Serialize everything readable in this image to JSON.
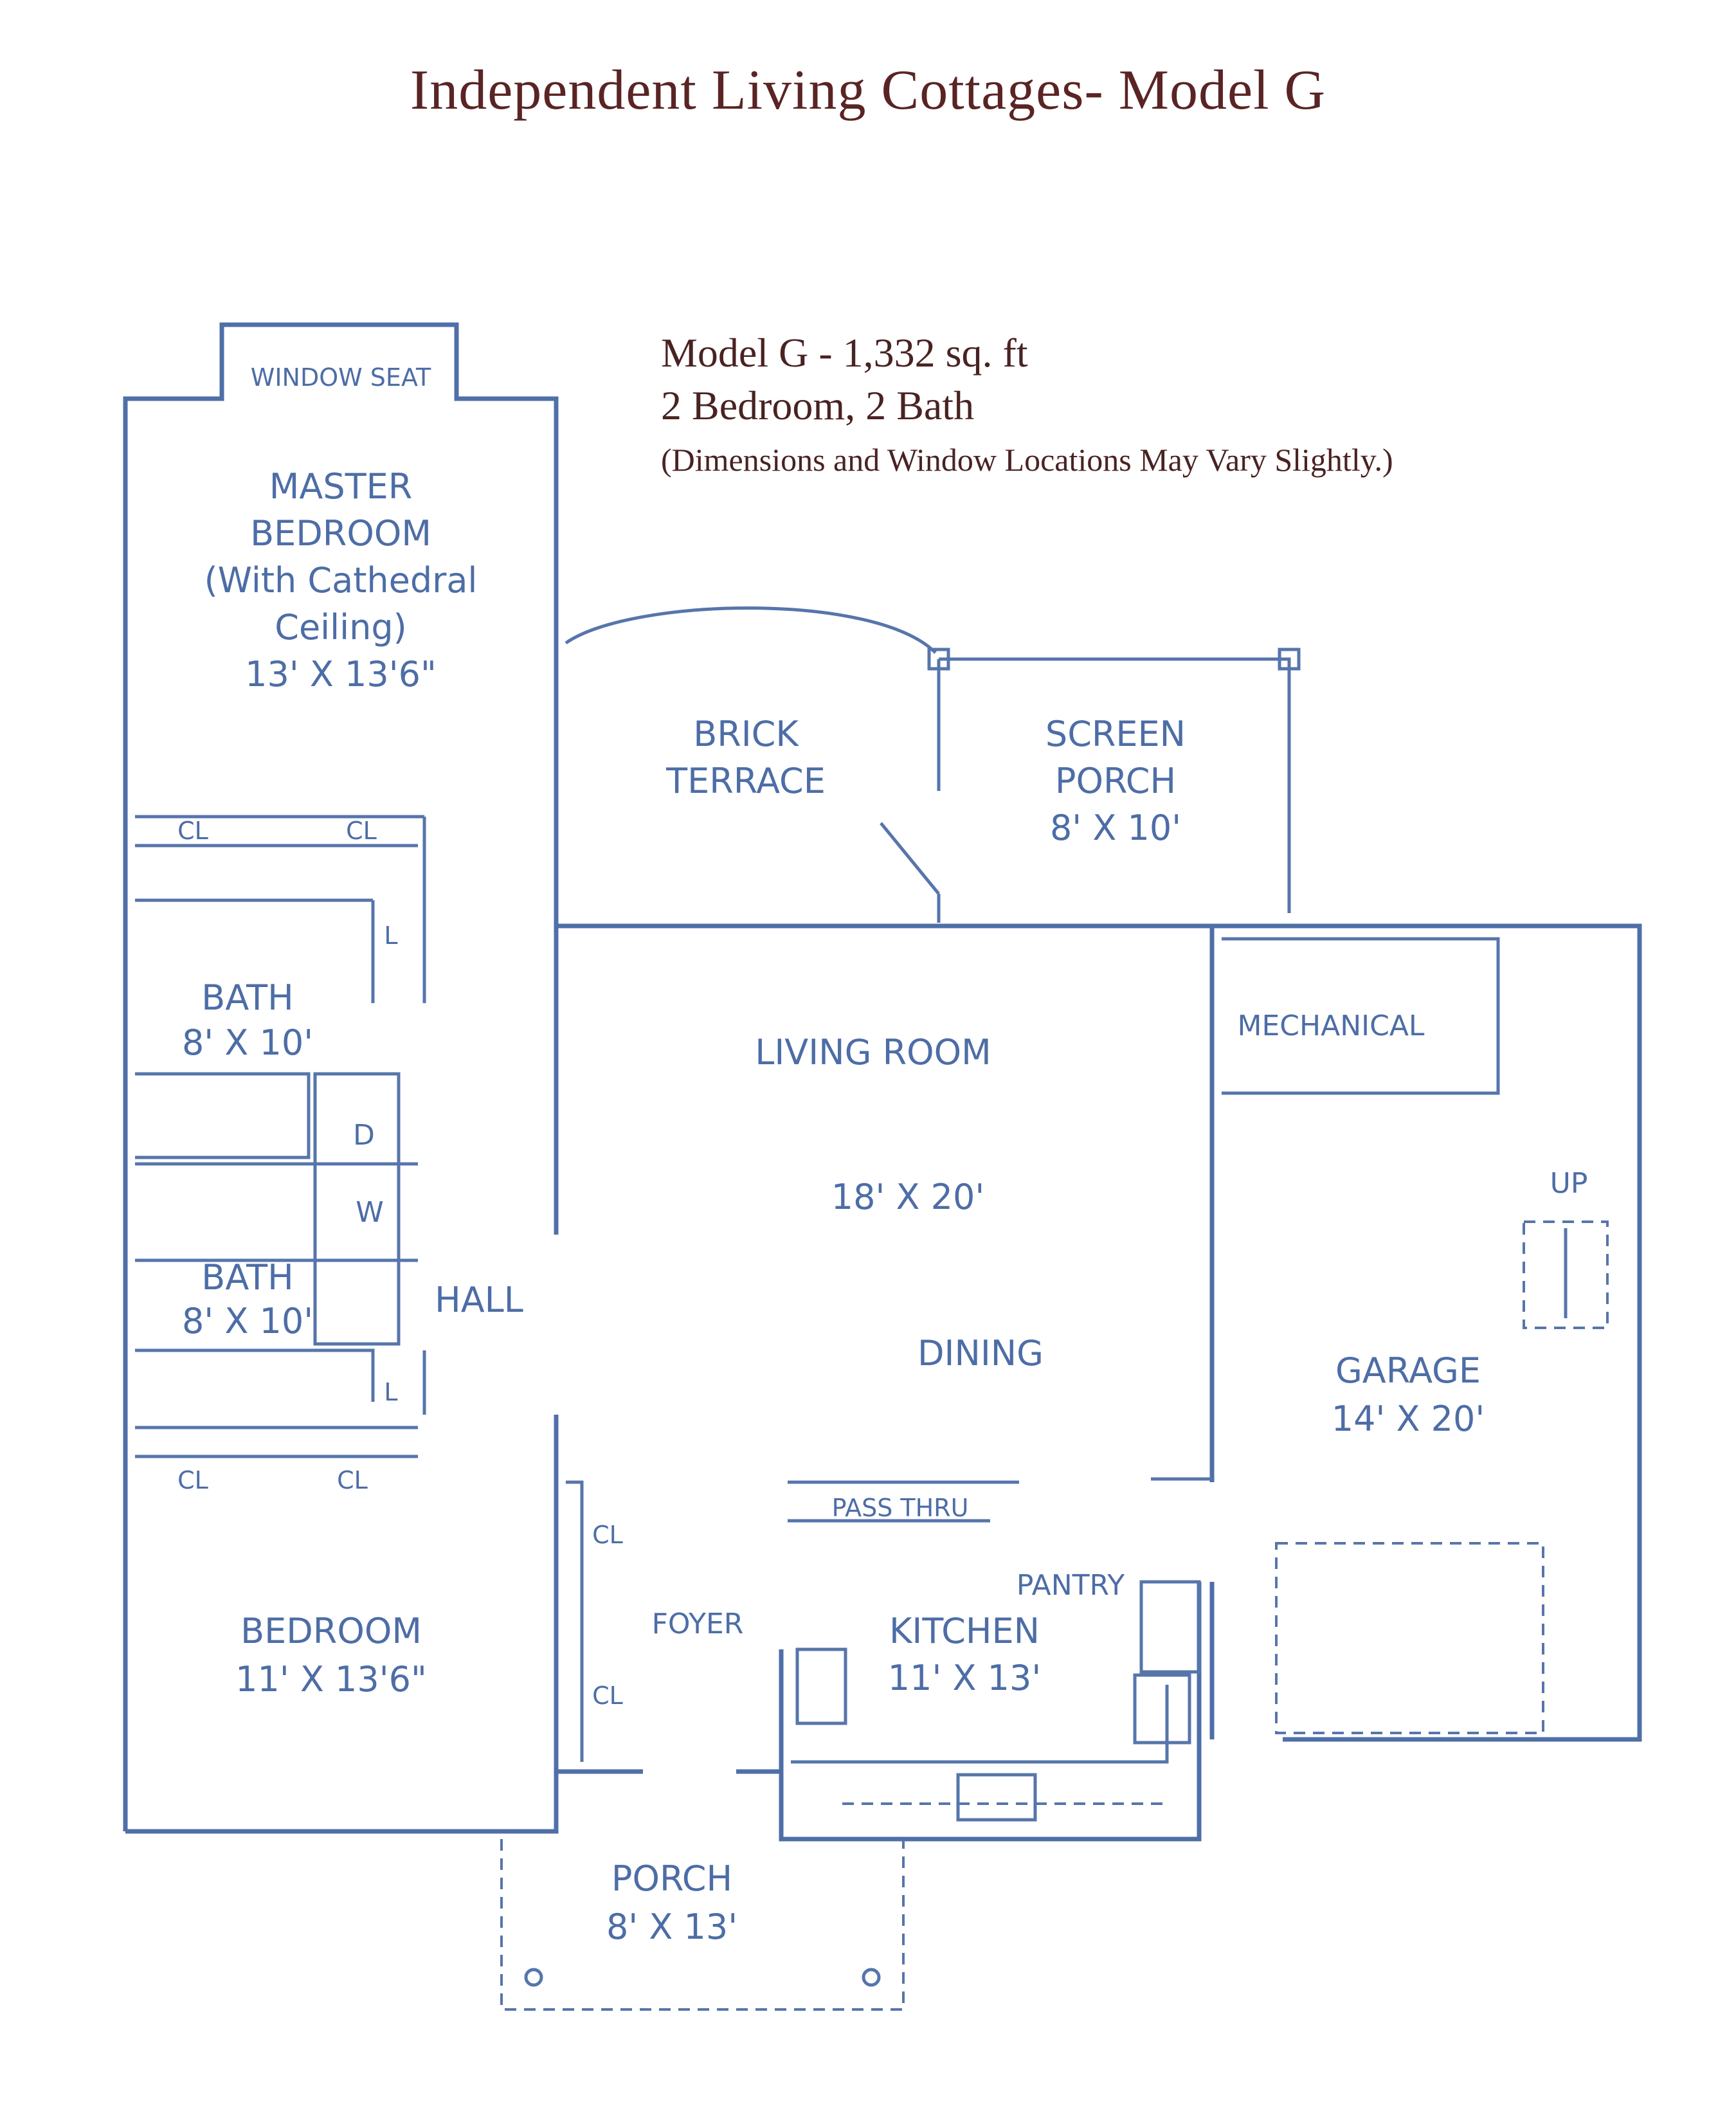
{
  "title": "Independent Living Cottages- Model G",
  "info": {
    "line1": "Model G - 1,332 sq. ft",
    "line2": "2 Bedroom, 2 Bath",
    "line3": "(Dimensions and Window Locations May Vary Slightly.)"
  },
  "rooms": {
    "window_seat": "WINDOW SEAT",
    "master": [
      "MASTER",
      "BEDROOM",
      "(With Cathedral",
      "Ceiling)",
      "13' X 13'6\""
    ],
    "brick_terrace": [
      "BRICK",
      "TERRACE"
    ],
    "screen_porch": [
      "SCREEN",
      "PORCH",
      "8' X 10'"
    ],
    "closet": "CL",
    "linen": "L",
    "bath1": [
      "BATH",
      "8' X 10'"
    ],
    "bath2": [
      "BATH",
      "8' X 10'"
    ],
    "dryer": "D",
    "washer": "W",
    "hall": "HALL",
    "living": "LIVING ROOM",
    "living_dim": "18' X 20'",
    "dining": "DINING",
    "mechanical": "MECHANICAL",
    "up": "UP",
    "garage": [
      "GARAGE",
      "14' X 20'"
    ],
    "pass_thru": "PASS THRU",
    "pantry": "PANTRY",
    "kitchen": [
      "KITCHEN",
      "11' X 13'"
    ],
    "foyer": "FOYER",
    "bedroom": [
      "BEDROOM",
      "11' X 13'6\""
    ],
    "porch": [
      "PORCH",
      "8' X 13'"
    ]
  }
}
